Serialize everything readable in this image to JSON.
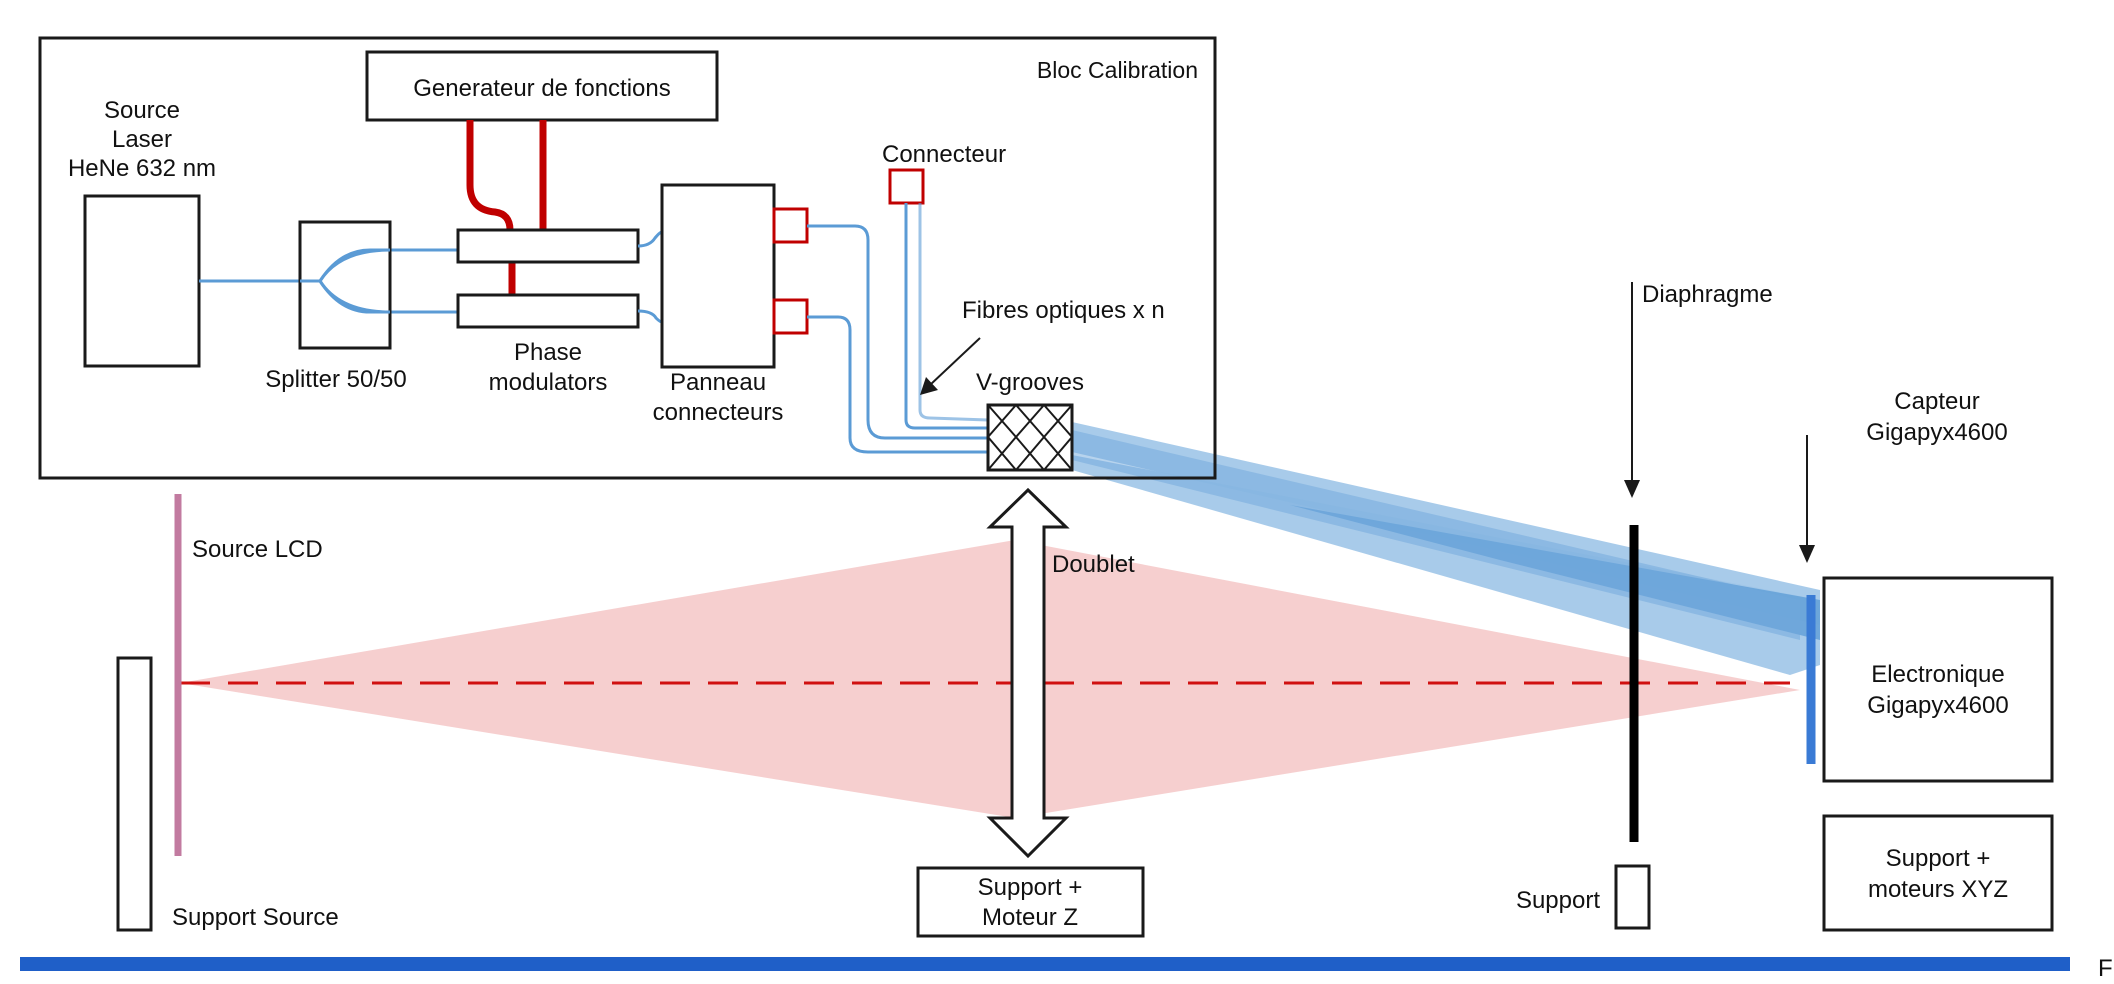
{
  "labels": {
    "bloc_calibration": "Bloc Calibration",
    "generateur": "Generateur de fonctions",
    "source_laser_line1": "Source",
    "source_laser_line2": "Laser",
    "source_laser_line3": "HeNe 632 nm",
    "splitter": "Splitter 50/50",
    "phase_line1": "Phase",
    "phase_line2": "modulators",
    "panneau_line1": "Panneau",
    "panneau_line2": "connecteurs",
    "connecteur": "Connecteur",
    "fibres": "Fibres optiques x n",
    "vgrooves": "V-grooves",
    "diaphragme": "Diaphragme",
    "capteur_line1": "Capteur",
    "capteur_line2": "Gigapyx4600",
    "source_lcd": "Source LCD",
    "doublet": "Doublet",
    "electronique_line1": "Electronique",
    "electronique_line2": "Gigapyx4600",
    "support_source": "Support Source",
    "support_moteur_line1": "Support +",
    "support_moteur_line2": "Moteur Z",
    "support": "Support",
    "support_xyz_line1": "Support +",
    "support_xyz_line2": "moteurs XYZ",
    "edge_letter": "F"
  },
  "colors": {
    "outline": "#1a1a1a",
    "fiber": "#5b9bd5",
    "red_cable": "#c00000",
    "laser_beam_light": "#9fc5e8",
    "laser_beam_dark": "#5b9bd5",
    "lcd_cone": "#f4c7c7",
    "optical_axis": "#d01010",
    "lcd_source": "#c27ba0",
    "sensor": "#3a7bd5",
    "rail": "#1f5fc8"
  }
}
